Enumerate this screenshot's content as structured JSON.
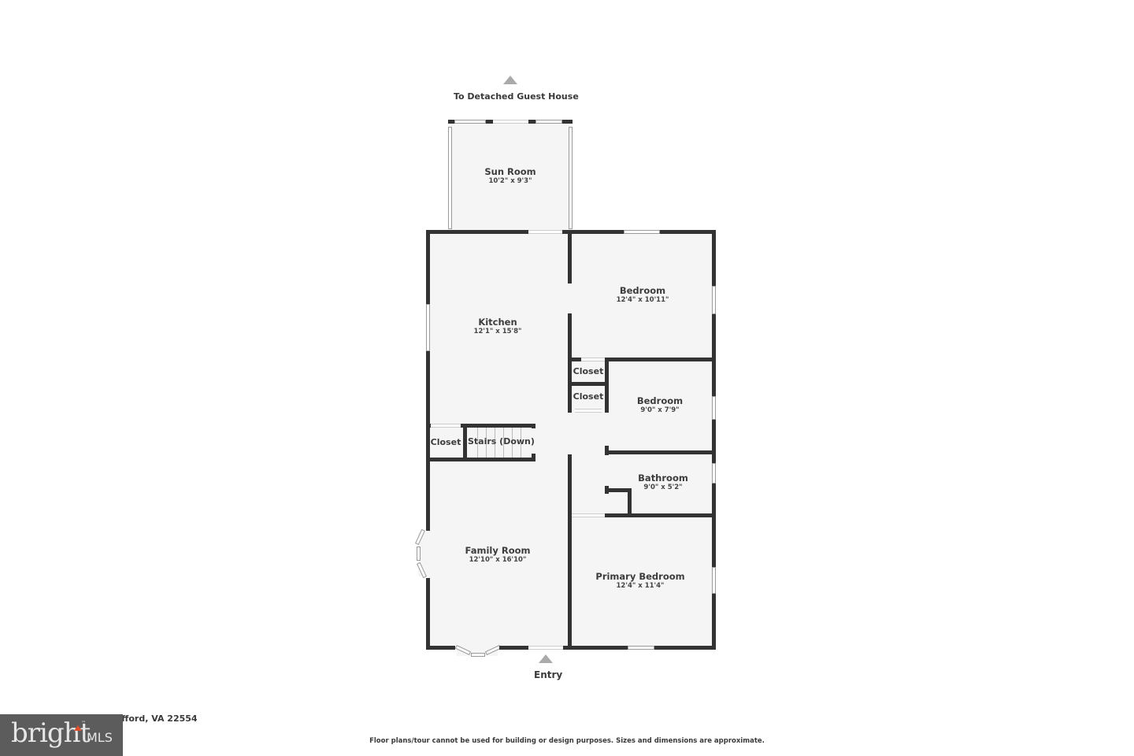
{
  "top_marker": {
    "label": "To Detached Guest House",
    "icon": "triangle-up-icon"
  },
  "bottom_marker": {
    "label": "Entry",
    "icon": "triangle-up-icon"
  },
  "rooms": {
    "sun_room": {
      "name": "Sun Room",
      "dims": "10'2\" x 9'3\""
    },
    "kitchen": {
      "name": "Kitchen",
      "dims": "12'1\" x 15'8\""
    },
    "bedroom_1": {
      "name": "Bedroom",
      "dims": "12'4\" x 10'11\""
    },
    "closet_1": {
      "name": "Closet"
    },
    "closet_2": {
      "name": "Closet"
    },
    "bedroom_2": {
      "name": "Bedroom",
      "dims": "9'0\" x 7'9\""
    },
    "closet_3": {
      "name": "Closet"
    },
    "stairs": {
      "name": "Stairs (Down)"
    },
    "bathroom": {
      "name": "Bathroom",
      "dims": "9'0\" x 5'2\""
    },
    "family_room": {
      "name": "Family Room",
      "dims": "12'10\" x 16'10\""
    },
    "primary_bedroom": {
      "name": "Primary Bedroom",
      "dims": "12'4\" x 11'4\""
    }
  },
  "address": "afford, VA 22554",
  "logo": {
    "brand": "bright",
    "suffix": "MLS",
    "tm": "™",
    "accent": "#e0502c"
  },
  "disclaimer": "Floor plans/tour cannot be used for building or design purposes. Sizes and dimensions are approximate.",
  "colors": {
    "wall": "#333333",
    "floor": "#f5f5f5",
    "marker": "#aaaaaa",
    "logo_bg": "#5c5c5c"
  }
}
